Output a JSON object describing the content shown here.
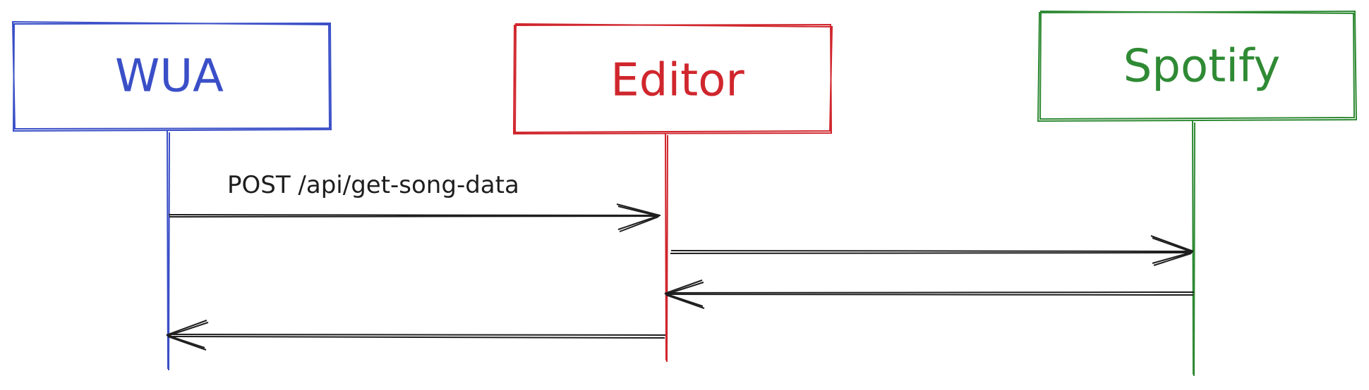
{
  "diagram": {
    "type": "sequence",
    "actors": [
      {
        "name": "WUA",
        "color": "#3a4fc7"
      },
      {
        "name": "Editor",
        "color": "#d0262d"
      },
      {
        "name": "Spotify",
        "color": "#2f8a34"
      }
    ],
    "messages": [
      {
        "from": "WUA",
        "to": "Editor",
        "label": "POST /api/get-song-data"
      },
      {
        "from": "Editor",
        "to": "Spotify",
        "label": ""
      },
      {
        "from": "Spotify",
        "to": "Editor",
        "label": ""
      },
      {
        "from": "Editor",
        "to": "WUA",
        "label": ""
      }
    ]
  }
}
